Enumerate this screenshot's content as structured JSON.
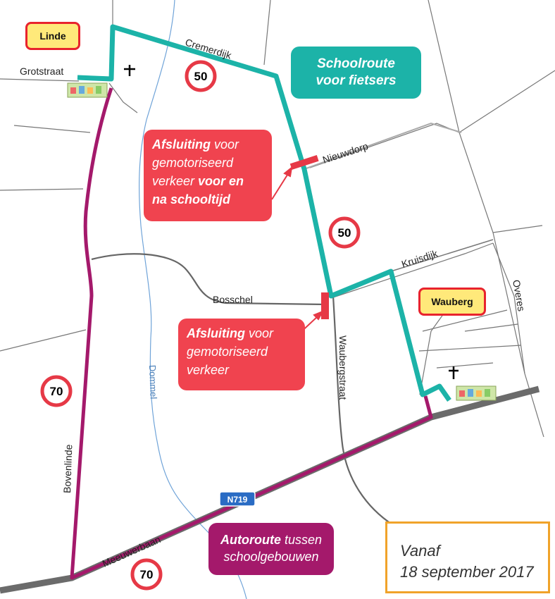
{
  "towns": {
    "linde": "Linde",
    "wauberg": "Wauberg"
  },
  "callouts": {
    "schoolroute_line1": "Schoolroute",
    "schoolroute_line2": "voor fietsers",
    "closure1_b1": "Afsluiting",
    "closure1_t1": " voor",
    "closure1_t2": "gemotoriseerd",
    "closure1_t3a": "verkeer ",
    "closure1_b2": "voor en",
    "closure1_b3": "na schooltijd",
    "closure2_b1": "Afsluiting",
    "closure2_t1": " voor",
    "closure2_t2": "gemotoriseerd",
    "closure2_t3": "verkeer",
    "autoroute_b1": "Autoroute",
    "autoroute_t1": " tussen",
    "autoroute_t2": "schoolgebouwen"
  },
  "date_note": {
    "line1": "Vanaf",
    "line2": "18 september 2017"
  },
  "roads": {
    "grotstraat": "Grotstraat",
    "cremerdijk": "Cremerdijk",
    "nieuwdorp": "Nieuwdorp",
    "kruisdijk": "Kruisdijk",
    "bosschel": "Bosschel",
    "waubergstraat": "Waubergstraat",
    "overes": "Overes",
    "bovenlinde": "Bovenlinde",
    "meeuwerbaan": "Meeuwerbaan"
  },
  "river": "Dommel",
  "road_number": "N719",
  "speed_limits": {
    "s1": "50",
    "s2": "50",
    "s3": "70",
    "s4": "70"
  },
  "colors": {
    "bike_route": "#1cb3a8",
    "car_route": "#a4196b",
    "closure": "#f0434f",
    "town_fill": "#ffe97a",
    "date_border": "#f0a32a"
  },
  "icons": {
    "church": "cross-icon",
    "school": "school-icon"
  }
}
